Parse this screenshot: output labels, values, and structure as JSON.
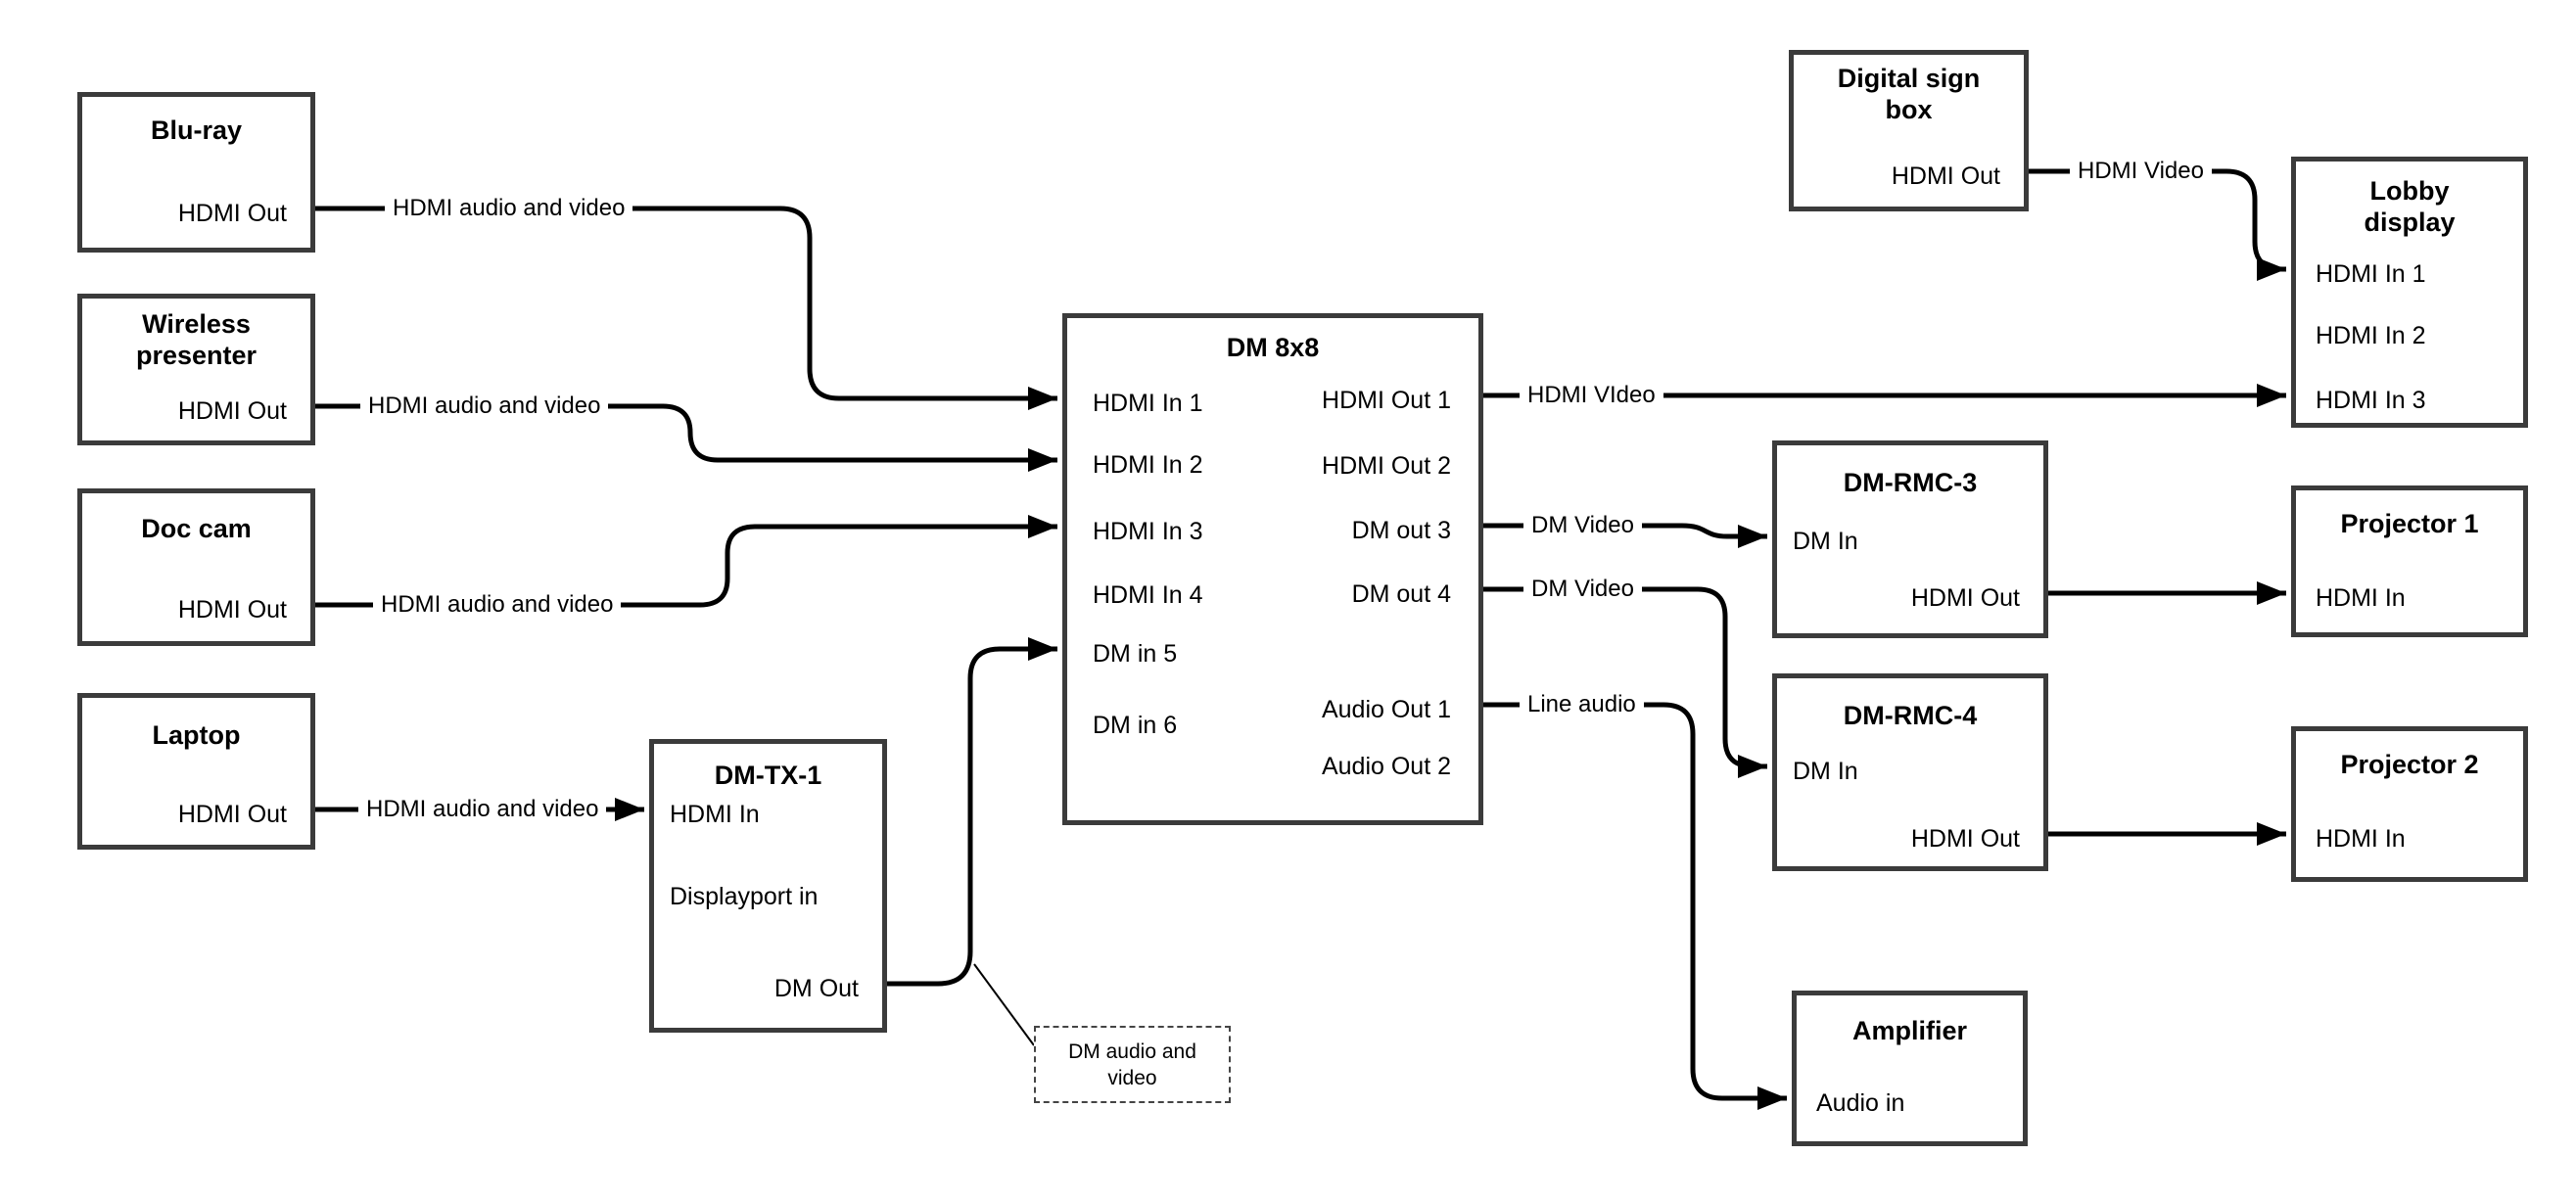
{
  "nodes": {
    "bluray": {
      "title": "Blu-ray",
      "ports": {
        "out": "HDMI Out"
      }
    },
    "wireless": {
      "title": "Wireless presenter",
      "ports": {
        "out": "HDMI Out"
      }
    },
    "doccam": {
      "title": "Doc cam",
      "ports": {
        "out": "HDMI Out"
      }
    },
    "laptop": {
      "title": "Laptop",
      "ports": {
        "out": "HDMI Out"
      }
    },
    "dmtx1": {
      "title": "DM-TX-1",
      "ports": {
        "hdmi_in": "HDMI In",
        "dp_in": "Displayport in",
        "dm_out": "DM Out"
      }
    },
    "dm8x8": {
      "title": "DM 8x8",
      "ports": {
        "in1": "HDMI In 1",
        "in2": "HDMI In 2",
        "in3": "HDMI In 3",
        "in4": "HDMI In 4",
        "in5": "DM in 5",
        "in6": "DM in 6",
        "out1": "HDMI Out 1",
        "out2": "HDMI Out 2",
        "out3": "DM out 3",
        "out4": "DM out 4",
        "aout1": "Audio Out 1",
        "aout2": "Audio Out 2"
      }
    },
    "signbox": {
      "title": "Digital sign box",
      "ports": {
        "out": "HDMI Out"
      }
    },
    "lobby": {
      "title": "Lobby display",
      "ports": {
        "in1": "HDMI In 1",
        "in2": "HDMI In 2",
        "in3": "HDMI In 3"
      }
    },
    "rmc3": {
      "title": "DM-RMC-3",
      "ports": {
        "dm_in": "DM In",
        "hdmi_out": "HDMI Out"
      }
    },
    "proj1": {
      "title": "Projector 1",
      "ports": {
        "in": "HDMI In"
      }
    },
    "rmc4": {
      "title": "DM-RMC-4",
      "ports": {
        "dm_in": "DM In",
        "hdmi_out": "HDMI Out"
      }
    },
    "proj2": {
      "title": "Projector 2",
      "ports": {
        "in": "HDMI In"
      }
    },
    "amp": {
      "title": "Amplifier",
      "ports": {
        "in": "Audio in"
      }
    }
  },
  "wire_labels": {
    "bluray": "HDMI audio and video",
    "wireless": "HDMI audio and video",
    "doccam": "HDMI audio and video",
    "laptop": "HDMI audio and video",
    "signbox": "HDMI Video",
    "hdmi_out1": "HDMI VIdeo",
    "dm_out3": "DM Video",
    "dm_out4": "DM Video",
    "audio_out1": "Line audio",
    "callout": "DM audio and video"
  },
  "colors": {
    "wire": "#000000",
    "box_border": "#3b3b3b",
    "background": "#ffffff",
    "text": "#000000"
  }
}
